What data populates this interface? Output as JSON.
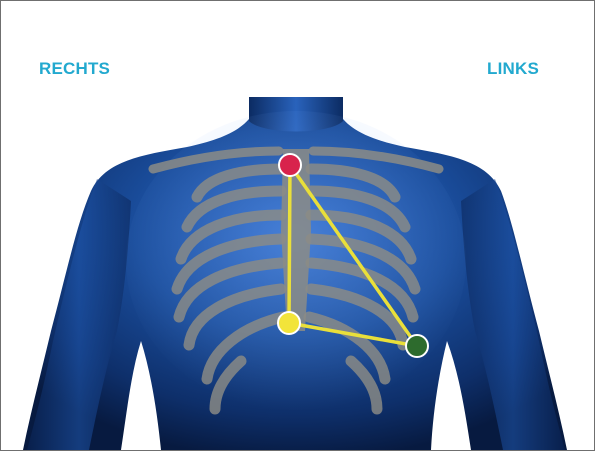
{
  "labels": {
    "rechts": "RECHTS",
    "links": "LINKS"
  },
  "electrodes": [
    {
      "name": "red-electrode",
      "color": "#d8234c"
    },
    {
      "name": "yellow-electrode",
      "color": "#f2e43a"
    },
    {
      "name": "green-electrode",
      "color": "#2d6b2d"
    }
  ],
  "colors": {
    "label": "#22a9cf",
    "lead_lines": "#e9df3a",
    "body": "#1d4f9a",
    "ribs": "#8c8c86"
  }
}
